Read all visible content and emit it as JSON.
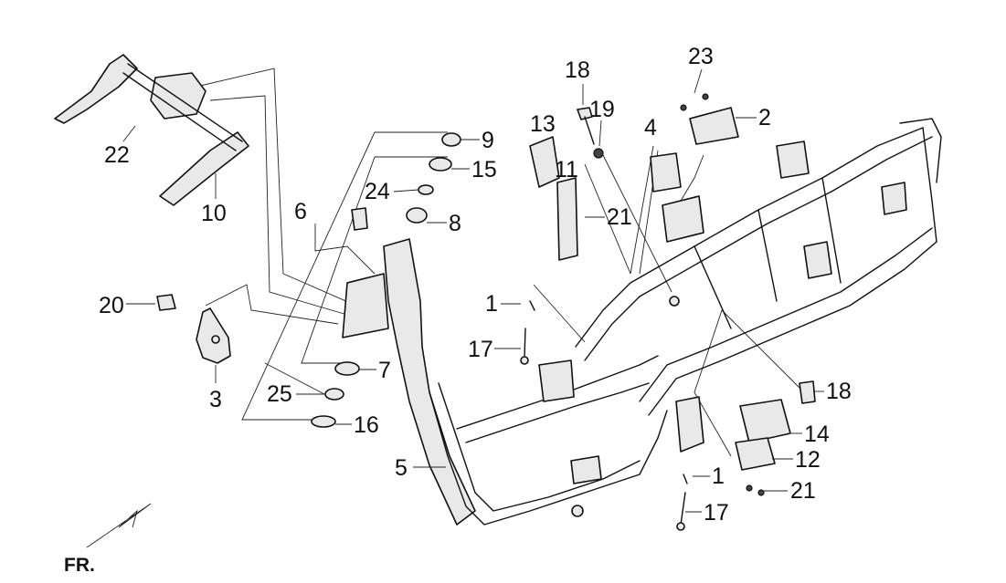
{
  "front_marker": "FR.",
  "callouts": [
    {
      "id": "c1a",
      "text": "1"
    },
    {
      "id": "c1b",
      "text": "1"
    },
    {
      "id": "c2",
      "text": "2"
    },
    {
      "id": "c3",
      "text": "3"
    },
    {
      "id": "c4",
      "text": "4"
    },
    {
      "id": "c5",
      "text": "5"
    },
    {
      "id": "c6",
      "text": "6"
    },
    {
      "id": "c7",
      "text": "7"
    },
    {
      "id": "c8",
      "text": "8"
    },
    {
      "id": "c9",
      "text": "9"
    },
    {
      "id": "c10",
      "text": "10"
    },
    {
      "id": "c11",
      "text": "11"
    },
    {
      "id": "c12",
      "text": "12"
    },
    {
      "id": "c13",
      "text": "13"
    },
    {
      "id": "c14",
      "text": "14"
    },
    {
      "id": "c15",
      "text": "15"
    },
    {
      "id": "c16",
      "text": "16"
    },
    {
      "id": "c17a",
      "text": "17"
    },
    {
      "id": "c17b",
      "text": "17"
    },
    {
      "id": "c18a",
      "text": "18"
    },
    {
      "id": "c18b",
      "text": "18"
    },
    {
      "id": "c19",
      "text": "19"
    },
    {
      "id": "c20",
      "text": "20"
    },
    {
      "id": "c21a",
      "text": "21"
    },
    {
      "id": "c21b",
      "text": "21"
    },
    {
      "id": "c22",
      "text": "22"
    },
    {
      "id": "c23",
      "text": "23"
    },
    {
      "id": "c24",
      "text": "24"
    },
    {
      "id": "c25",
      "text": "25"
    }
  ]
}
